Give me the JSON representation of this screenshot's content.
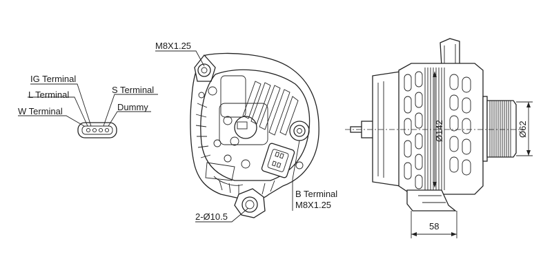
{
  "labels": {
    "ig_terminal": "IG Terminal",
    "l_terminal": "L Terminal",
    "s_terminal": "S Terminal",
    "w_terminal": "W Terminal",
    "dummy": "Dummy",
    "m8_top": "M8X1.25",
    "b_terminal": "B Terminal",
    "b_thread": "M8X1.25",
    "mount_holes": "2-Ø10.5"
  },
  "dimensions": {
    "body_diameter": "Ø142",
    "pulley_diameter": "Ø62",
    "length": "58"
  }
}
